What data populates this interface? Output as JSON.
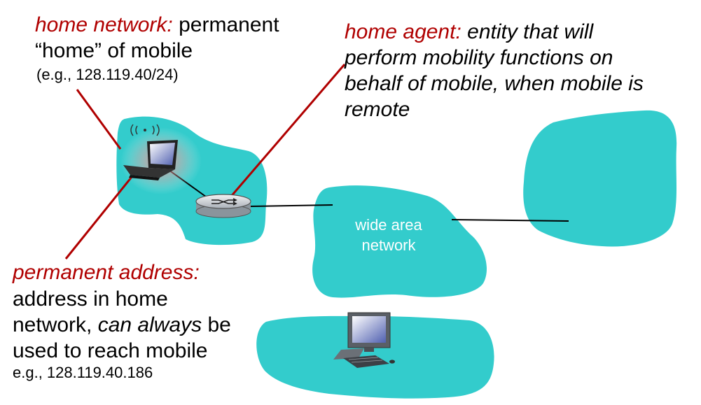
{
  "home_network": {
    "term": "home network:",
    "desc_1": "permanent",
    "desc_2": "“home” of mobile",
    "example": "(e.g., 128.119.40/24)"
  },
  "home_agent": {
    "term": "home agent:",
    "desc_1": "entity that will",
    "line_2": "perform mobility functions on",
    "line_3": "behalf of mobile, when mobile is",
    "line_4": "remote"
  },
  "permanent_address": {
    "term": "permanent address:",
    "line_1": "address in home",
    "line_2a": "network, ",
    "line_2b": "can always",
    "line_2c": " be",
    "line_3": "used to reach mobile",
    "example": "e.g., 128.119.40.186"
  },
  "wan": {
    "line_1": "wide area",
    "line_2": "network"
  },
  "colors": {
    "network_fill": "#33cccc",
    "callout_line": "#b00000",
    "label_red": "#b00000"
  },
  "icons": [
    "laptop-icon",
    "wireless-signal-icon",
    "router-icon",
    "desktop-computer-icon"
  ]
}
